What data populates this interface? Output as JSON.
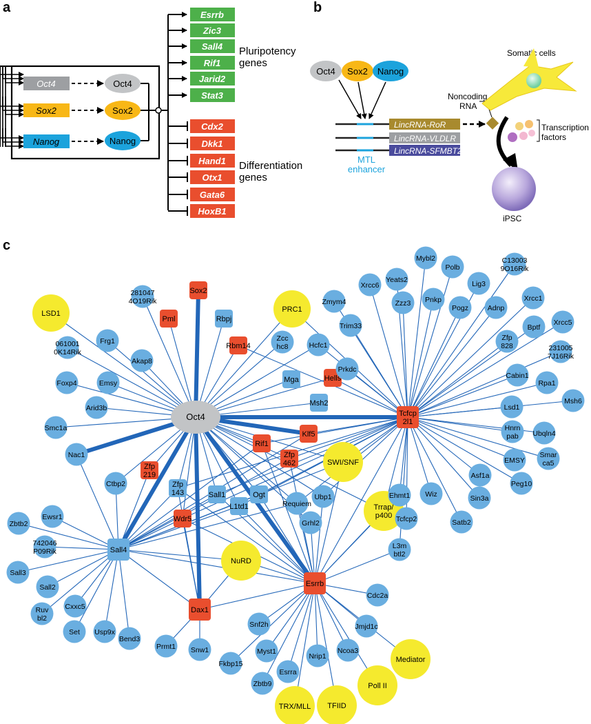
{
  "panel_labels": {
    "a": "a",
    "b": "b",
    "c": "c"
  },
  "panel_a": {
    "genes": [
      {
        "gene": "Oct4",
        "protein": "Oct4",
        "gene_color": "#9d9fa2",
        "protein_color": "#c2c4c6"
      },
      {
        "gene": "Sox2",
        "protein": "Sox2",
        "gene_color": "#f8b716",
        "protein_color": "#f8b716"
      },
      {
        "gene": "Nanog",
        "protein": "Nanog",
        "gene_color": "#1ca3dc",
        "protein_color": "#1ca3dc"
      }
    ],
    "pluripotency_targets": [
      "Esrrb",
      "Zic3",
      "Sall4",
      "Rif1",
      "Jarid2",
      "Stat3"
    ],
    "differentiation_targets": [
      "Cdx2",
      "Dkk1",
      "Hand1",
      "Otx1",
      "Gata6",
      "HoxB1"
    ],
    "pluripotency_label": [
      "Pluripotency",
      "genes"
    ],
    "differentiation_label": [
      "Differentiation",
      "genes"
    ],
    "colors": {
      "activated": "#4db04a",
      "repressed": "#e94e2e"
    }
  },
  "panel_b": {
    "factors": [
      {
        "name": "Oct4",
        "color": "#c2c4c6"
      },
      {
        "name": "Sox2",
        "color": "#f8b716"
      },
      {
        "name": "Nanog",
        "color": "#1ca3dc"
      }
    ],
    "lincrnas": [
      {
        "name": "LincRNA-RoR",
        "color": "#a88a2e"
      },
      {
        "name": "LincRNA-VLDLR",
        "color": "#9d9fa2"
      },
      {
        "name": "LincRNA-SFMBT2",
        "color": "#4a4b9d"
      }
    ],
    "enhancer_label": [
      "MTL",
      "enhancer"
    ],
    "somatic_cells_label": "Somatic cells",
    "noncoding_rna_label": [
      "Noncoding",
      "RNA"
    ],
    "tf_label": [
      "Transcription",
      "factors"
    ],
    "ipsc_label": "iPSC"
  },
  "panel_c": {
    "colors": {
      "protein": "#6aaee0",
      "core": "#e94e2e",
      "complex": "#f5ea2e",
      "oct4": "#c2c4c6",
      "edge": "#2266b8"
    },
    "hubs": [
      {
        "id": "oct4",
        "label": [
          "Oct4"
        ],
        "kind": "oct4"
      },
      {
        "id": "tcfcp2l1",
        "label": [
          "Tcfcp",
          "2l1"
        ],
        "kind": "core"
      },
      {
        "id": "sall4",
        "label": [
          "Sall4"
        ],
        "kind": "protein_sq"
      },
      {
        "id": "esrrb",
        "label": [
          "Esrrb"
        ],
        "kind": "core"
      },
      {
        "id": "dax1",
        "label": [
          "Dax1"
        ],
        "kind": "core"
      }
    ],
    "core_nodes": [
      {
        "id": "sox2",
        "label": [
          "Sox2"
        ]
      },
      {
        "id": "pml",
        "label": [
          "Pml"
        ]
      },
      {
        "id": "rbm14",
        "label": [
          "Rbm14"
        ]
      },
      {
        "id": "hells",
        "label": [
          "Hells"
        ]
      },
      {
        "id": "klf5",
        "label": [
          "Klf5"
        ]
      },
      {
        "id": "rif1",
        "label": [
          "Rif1"
        ]
      },
      {
        "id": "zfp462",
        "label": [
          "Zfp",
          "462"
        ]
      },
      {
        "id": "zfp219",
        "label": [
          "Zfp",
          "219"
        ]
      },
      {
        "id": "wdr5",
        "label": [
          "Wdr5"
        ]
      }
    ],
    "square_proteins": [
      {
        "id": "rbpj",
        "label": [
          "Rbpj"
        ]
      },
      {
        "id": "mga",
        "label": [
          "Mga"
        ]
      },
      {
        "id": "msh2",
        "label": [
          "Msh2"
        ]
      },
      {
        "id": "zfp143",
        "label": [
          "Zfp",
          "143"
        ]
      },
      {
        "id": "sall1",
        "label": [
          "Sall1"
        ]
      },
      {
        "id": "l1td1",
        "label": [
          "L1td1"
        ]
      },
      {
        "id": "ogt",
        "label": [
          "Ogt"
        ]
      }
    ],
    "complexes": [
      {
        "id": "lsd1c",
        "label": [
          "LSD1"
        ]
      },
      {
        "id": "prc1",
        "label": [
          "PRC1"
        ]
      },
      {
        "id": "swisnf",
        "label": [
          "SWI/SNF"
        ]
      },
      {
        "id": "trrap",
        "label": [
          "Trrap/",
          "p400"
        ]
      },
      {
        "id": "nurd",
        "label": [
          "NuRD"
        ]
      },
      {
        "id": "mediator",
        "label": [
          "Mediator"
        ]
      },
      {
        "id": "polii",
        "label": [
          "Poll II"
        ]
      },
      {
        "id": "tfiid",
        "label": [
          "TFIID"
        ]
      },
      {
        "id": "trxmll",
        "label": [
          "TRX/MLL"
        ]
      }
    ],
    "proteins": [
      {
        "id": "frg1",
        "label": [
          "Frg1"
        ]
      },
      {
        "id": "akap8",
        "label": [
          "Akap8"
        ]
      },
      {
        "id": "rik2810",
        "label": [
          "281047",
          "4O19Rik"
        ]
      },
      {
        "id": "rik0610",
        "label": [
          "061001",
          "0K14Rik"
        ]
      },
      {
        "id": "foxp4",
        "label": [
          "Foxp4"
        ]
      },
      {
        "id": "emsy1",
        "label": [
          "Emsy"
        ]
      },
      {
        "id": "arid3b",
        "label": [
          "Arid3b"
        ]
      },
      {
        "id": "smc1a",
        "label": [
          "Smc1a"
        ]
      },
      {
        "id": "nac1",
        "label": [
          "Nac1"
        ]
      },
      {
        "id": "ctbp2",
        "label": [
          "Ctbp2"
        ]
      },
      {
        "id": "zcchc8",
        "label": [
          "Zcc",
          "hc8"
        ]
      },
      {
        "id": "hcfc1",
        "label": [
          "Hcfc1"
        ]
      },
      {
        "id": "prkdc",
        "label": [
          "Prkdc"
        ]
      },
      {
        "id": "trim33",
        "label": [
          "Trim33"
        ]
      },
      {
        "id": "zmym4",
        "label": [
          "Zmym4"
        ]
      },
      {
        "id": "xrcc6",
        "label": [
          "Xrcc6"
        ]
      },
      {
        "id": "yeats2",
        "label": [
          "Yeats2"
        ]
      },
      {
        "id": "zzz3",
        "label": [
          "Zzz3"
        ]
      },
      {
        "id": "mybl2",
        "label": [
          "Mybl2"
        ]
      },
      {
        "id": "pnkp",
        "label": [
          "Pnkp"
        ]
      },
      {
        "id": "polb",
        "label": [
          "Polb"
        ]
      },
      {
        "id": "pogz",
        "label": [
          "Pogz"
        ]
      },
      {
        "id": "lig3",
        "label": [
          "Lig3"
        ]
      },
      {
        "id": "adnp",
        "label": [
          "Adnp"
        ]
      },
      {
        "id": "rik1300",
        "label": [
          "C13003",
          "9O16Rik"
        ]
      },
      {
        "id": "xrcc1",
        "label": [
          "Xrcc1"
        ]
      },
      {
        "id": "zfp828",
        "label": [
          "Zfp",
          "828"
        ]
      },
      {
        "id": "bptf",
        "label": [
          "Bptf"
        ]
      },
      {
        "id": "xrcc5",
        "label": [
          "Xrcc5"
        ]
      },
      {
        "id": "rik2310",
        "label": [
          "231005",
          "7J16Rik"
        ]
      },
      {
        "id": "cabin1",
        "label": [
          "Cabin1"
        ]
      },
      {
        "id": "rpa1",
        "label": [
          "Rpa1"
        ]
      },
      {
        "id": "msh6",
        "label": [
          "Msh6"
        ]
      },
      {
        "id": "lsd1",
        "label": [
          "Lsd1"
        ]
      },
      {
        "id": "hnrnpab",
        "label": [
          "Hnrn",
          "pab"
        ]
      },
      {
        "id": "ubqln4",
        "label": [
          "Ubqln4"
        ]
      },
      {
        "id": "emsy2",
        "label": [
          "EMSY"
        ]
      },
      {
        "id": "smarca5",
        "label": [
          "Smar",
          "ca5"
        ]
      },
      {
        "id": "peg10",
        "label": [
          "Peg10"
        ]
      },
      {
        "id": "asf1a",
        "label": [
          "Asf1a"
        ]
      },
      {
        "id": "sin3a",
        "label": [
          "Sin3a"
        ]
      },
      {
        "id": "satb2",
        "label": [
          "Satb2"
        ]
      },
      {
        "id": "wiz",
        "label": [
          "Wiz"
        ]
      },
      {
        "id": "ehmt1",
        "label": [
          "Ehmt1"
        ]
      },
      {
        "id": "tcfcp2",
        "label": [
          "Tcfcp2"
        ]
      },
      {
        "id": "l3mbtl2",
        "label": [
          "L3m",
          "btl2"
        ]
      },
      {
        "id": "ubp1",
        "label": [
          "Ubp1"
        ]
      },
      {
        "id": "requiem",
        "label": [
          "Requiem"
        ]
      },
      {
        "id": "grhl2",
        "label": [
          "Grhl2"
        ]
      },
      {
        "id": "zbtb2",
        "label": [
          "Zbtb2"
        ]
      },
      {
        "id": "ewsr1",
        "label": [
          "Ewsr1"
        ]
      },
      {
        "id": "rik7420",
        "label": [
          "742046",
          "P09Rik"
        ]
      },
      {
        "id": "sall3",
        "label": [
          "Sall3"
        ]
      },
      {
        "id": "sall2",
        "label": [
          "Sall2"
        ]
      },
      {
        "id": "ruvbl2",
        "label": [
          "Ruv",
          "bl2"
        ]
      },
      {
        "id": "cxxc5",
        "label": [
          "Cxxc5"
        ]
      },
      {
        "id": "set",
        "label": [
          "Set"
        ]
      },
      {
        "id": "usp9x",
        "label": [
          "Usp9x"
        ]
      },
      {
        "id": "bend3",
        "label": [
          "Bend3"
        ]
      },
      {
        "id": "prmt1",
        "label": [
          "Prmt1"
        ]
      },
      {
        "id": "snw1",
        "label": [
          "Snw1"
        ]
      },
      {
        "id": "snf2h",
        "label": [
          "Snf2h"
        ]
      },
      {
        "id": "fkbp15",
        "label": [
          "Fkbp15"
        ]
      },
      {
        "id": "myst1",
        "label": [
          "Myst1"
        ]
      },
      {
        "id": "esrra",
        "label": [
          "Esrra"
        ]
      },
      {
        "id": "zbtb9",
        "label": [
          "Zbtb9"
        ]
      },
      {
        "id": "nrip1",
        "label": [
          "Nrip1"
        ]
      },
      {
        "id": "ncoa3",
        "label": [
          "Ncoa3"
        ]
      },
      {
        "id": "jmjd1c",
        "label": [
          "Jmjd1c"
        ]
      },
      {
        "id": "cdc2a",
        "label": [
          "Cdc2a"
        ]
      }
    ]
  }
}
